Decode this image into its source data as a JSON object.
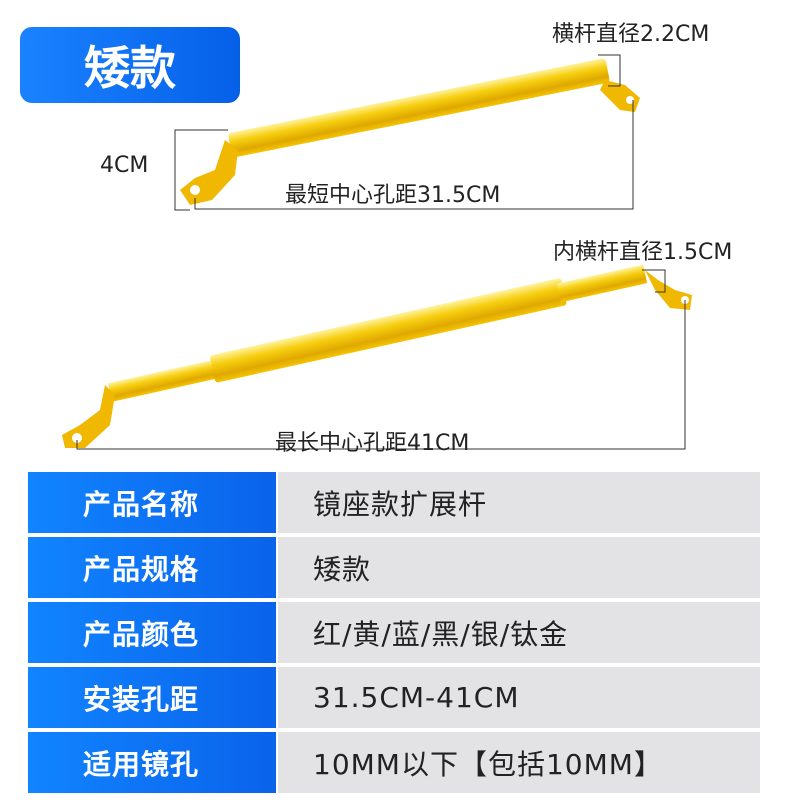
{
  "badge": "矮款",
  "annotations": {
    "top_diameter": "横杆直径2.2CM",
    "height": "4CM",
    "min_distance": "最短中心孔距31.5CM",
    "inner_diameter": "内横杆直径1.5CM",
    "max_distance": "最长中心孔距41CM"
  },
  "colors": {
    "rod": "#f2c200",
    "accent_blue": "#0a63ea",
    "table_value_bg": "#e3e3e5"
  },
  "specs": [
    {
      "label": "产品名称",
      "value": "镜座款扩展杆"
    },
    {
      "label": "产品规格",
      "value": "矮款"
    },
    {
      "label": "产品颜色",
      "value": "红/黄/蓝/黑/银/钛金"
    },
    {
      "label": "安装孔距",
      "value": "31.5CM-41CM"
    },
    {
      "label": "适用镜孔",
      "value": "10MM以下【包括10MM】"
    }
  ]
}
